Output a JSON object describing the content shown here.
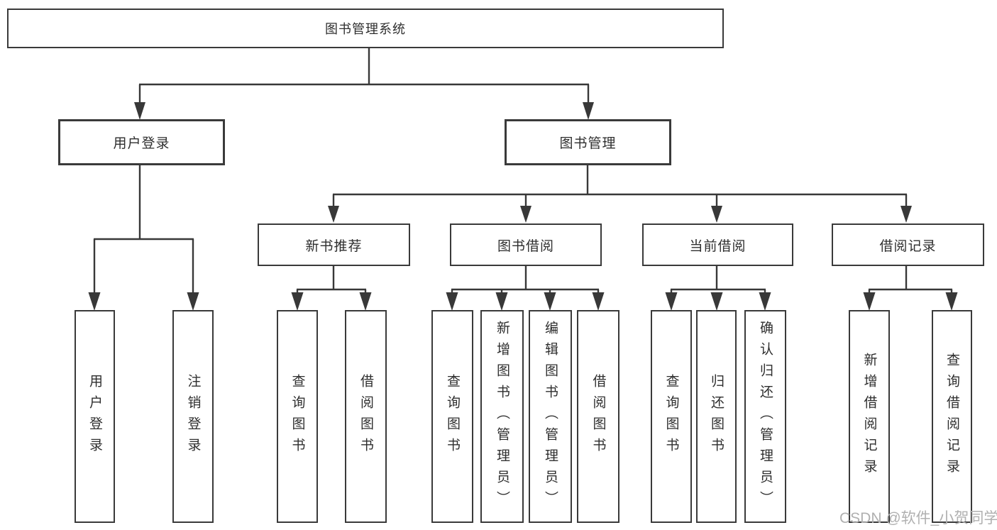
{
  "tree": {
    "root": {
      "label": "图书管理系统"
    },
    "branches": [
      {
        "label": "用户登录",
        "children": [
          {
            "label": "用户登录"
          },
          {
            "label": "注销登录"
          }
        ]
      },
      {
        "label": "图书管理",
        "children": [
          {
            "label": "新书推荐",
            "children": [
              {
                "label": "查询图书"
              },
              {
                "label": "借阅图书"
              }
            ]
          },
          {
            "label": "图书借阅",
            "children": [
              {
                "label": "查询图书"
              },
              {
                "label": "新增图书（管理员）"
              },
              {
                "label": "编辑图书（管理员）"
              },
              {
                "label": "借阅图书"
              }
            ]
          },
          {
            "label": "当前借阅",
            "children": [
              {
                "label": "查询图书"
              },
              {
                "label": "归还图书"
              },
              {
                "label": "确认归还（管理员）"
              }
            ]
          },
          {
            "label": "借阅记录",
            "children": [
              {
                "label": "新增借阅记录"
              },
              {
                "label": "查询借阅记录"
              }
            ]
          }
        ]
      }
    ]
  },
  "watermark": "CSDN @软件_小贺同学",
  "colors": {
    "line": "#383838",
    "box_border": "#3a3a3a",
    "text": "#2e2e2e",
    "watermark": "#b0b0b0",
    "background": "#ffffff"
  }
}
